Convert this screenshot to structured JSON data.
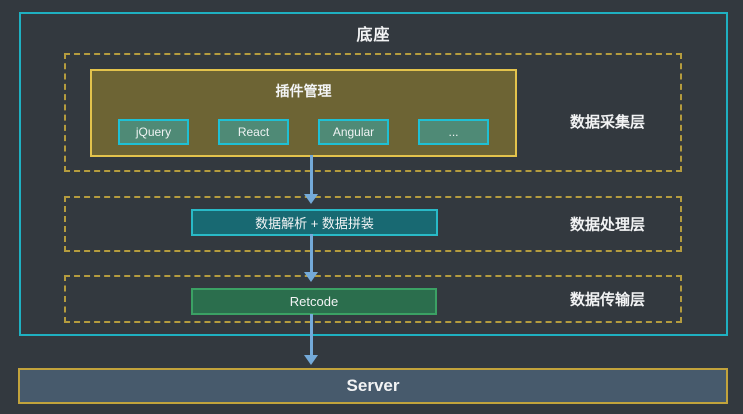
{
  "diagram": {
    "title": "底座",
    "collection_layer": {
      "label": "数据采集层",
      "plugin_manager": {
        "title": "插件管理",
        "plugins": [
          "jQuery",
          "React",
          "Angular",
          "..."
        ]
      }
    },
    "processing_layer": {
      "label": "数据处理层",
      "box": "数据解析 + 数据拼装"
    },
    "transport_layer": {
      "label": "数据传输层",
      "box": "Retcode"
    },
    "server": {
      "label": "Server"
    }
  },
  "colors": {
    "background": "#33393f",
    "base_border": "#1fb0c1",
    "dashed_border": "#b59c3e",
    "plugin_manager_fill": "#6d6434",
    "plugin_manager_border": "#e3c34c",
    "plugin_button_fill": "#4f8a76",
    "plugin_button_border": "#1fc0d4",
    "processing_box_fill": "#186972",
    "processing_box_border": "#29bac7",
    "transport_box_fill": "#2b6e4d",
    "transport_box_border": "#3ba164",
    "server_fill": "#475a6c",
    "server_border": "#c2a33c",
    "arrow": "#74aad9",
    "text": "#f2f3f4"
  }
}
